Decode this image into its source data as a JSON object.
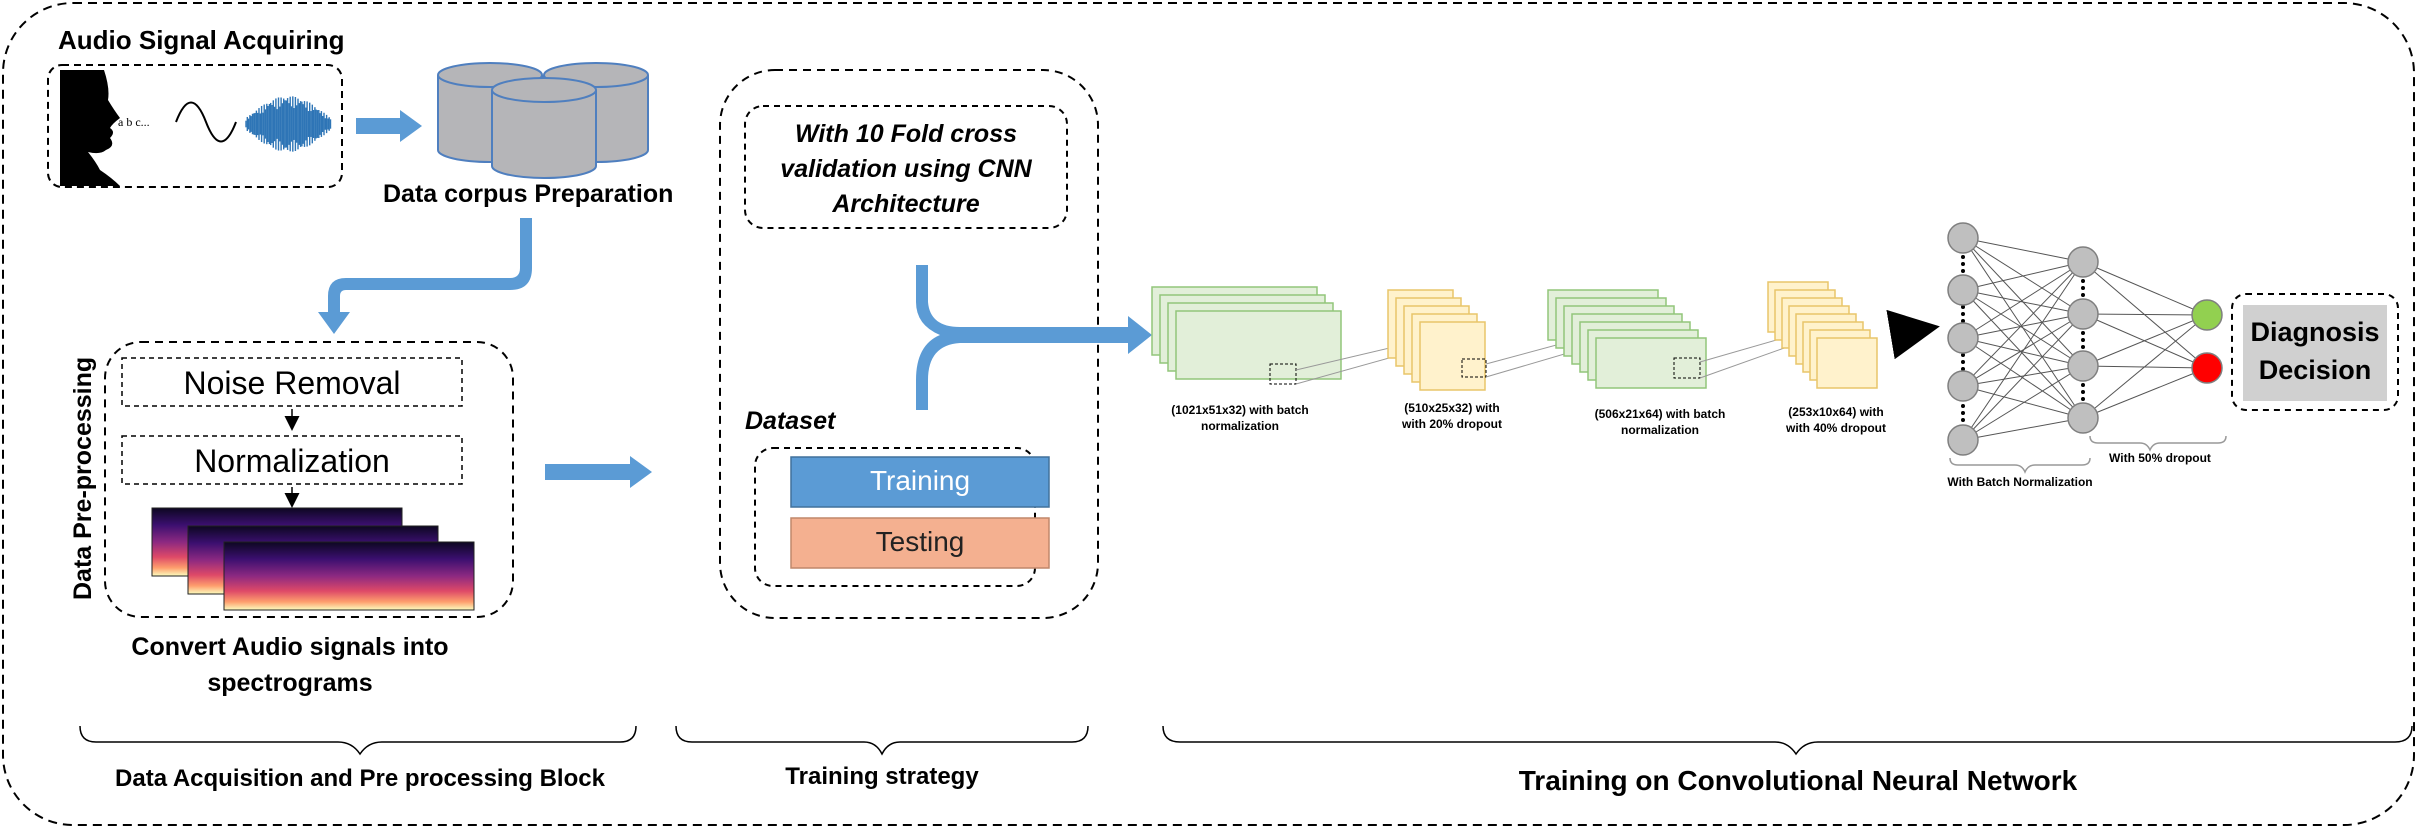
{
  "audio_acquiring": {
    "title": "Audio Signal Acquiring",
    "speech_text": "a b c..."
  },
  "corpus": {
    "label": "Data corpus Preparation"
  },
  "preprocessing": {
    "vertical_label": "Data Pre-processing",
    "step1": "Noise Removal",
    "step2": "Normalization",
    "caption_line1": "Convert Audio signals into",
    "caption_line2": "spectrograms"
  },
  "training_strategy": {
    "cv_line1": "With 10 Fold cross",
    "cv_line2": "validation using CNN",
    "cv_line3": "Architecture",
    "dataset_label": "Dataset",
    "training_label": "Training",
    "testing_label": "Testing"
  },
  "cnn": {
    "layer1_line1": "(1021x51x32) with batch",
    "layer1_line2": "normalization",
    "layer2_line1": "(510x25x32) with",
    "layer2_line2": "with 20% dropout",
    "layer3_line1": "(506x21x64) with batch",
    "layer3_line2": "normalization",
    "layer4_line1": "(253x10x64) with",
    "layer4_line2": "with 40% dropout",
    "batchnorm_label": "With Batch Normalization",
    "dropout_label": "With 50% dropout",
    "decision_line1": "Diagnosis",
    "decision_line2": "Decision"
  },
  "blocks": {
    "block1": "Data Acquisition and Pre processing Block",
    "block2": "Training strategy",
    "block3": "Training on Convolutional Neural Network"
  },
  "colors": {
    "arrow_blue": "#5b9bd5",
    "cylinder_gray": "#b5b5b8",
    "training_blue": "#5b9bd5",
    "testing_orange": "#f4b090",
    "conv_green": "#e2efd9",
    "pool_yellow": "#fff2cc",
    "node_gray": "#bfbfbf",
    "output_green": "#92d050",
    "output_red": "#ff0000",
    "decision_gray": "#d0d0d0"
  }
}
